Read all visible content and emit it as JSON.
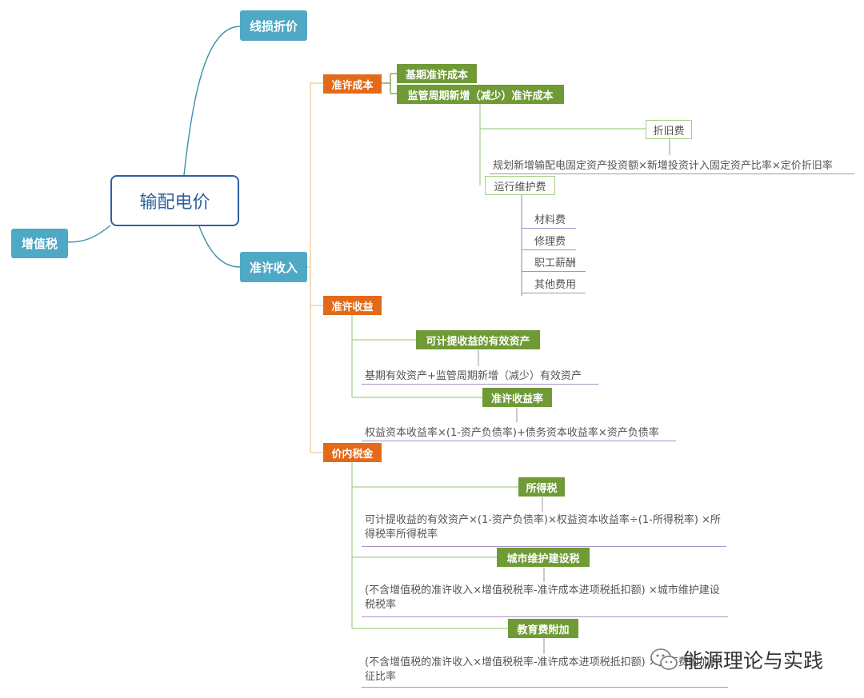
{
  "root": "输配电价",
  "left": {
    "line_loss": "线损折价",
    "vat": "增值税",
    "revenue": "准许收入"
  },
  "cost": {
    "title": "准许成本",
    "base": "基期准许成本",
    "regulatory": "监管周期新增（减少）准许成本",
    "depreciation": "折旧费",
    "depreciation_formula": "规划新增输配电固定资产投资额×新增投资计入固定资产比率×定价折旧率",
    "operation": "运行维护费",
    "operation_items": [
      "材料费",
      "修理费",
      "职工薪酬",
      "其他费用"
    ]
  },
  "income": {
    "title": "准许收益",
    "assets": "可计提收益的有效资产",
    "assets_formula": "基期有效资产+监管周期新增（减少）有效资产",
    "rate": "准许收益率",
    "rate_formula": "权益资本收益率×(1-资产负债率)+债务资本收益率×资产负债率"
  },
  "tax": {
    "title": "价内税金",
    "income_tax": "所得税",
    "income_tax_formula": "可计提收益的有效资产×(1-资产负债率)×权益资本收益率÷(1-所得税率) ×所得税率所得税率",
    "city_tax": "城市维护建设税",
    "city_tax_formula": "(不含增值税的准许收入×增值税税率-准许成本进项税抵扣额) ×城市维护建设税税率",
    "edu": "教育费附加",
    "edu_formula": "(不含增值税的准许收入×增值税税率-准许成本进项税抵扣额) ×教育费附加计征比率"
  },
  "watermark": "能源理论与实践",
  "colors": {
    "root": "#2f5f9e",
    "teal": "#4fa8c4",
    "orange": "#e26a19",
    "green": "#6f9a36",
    "light_green": "#a6cf86",
    "purple": "#a893c6",
    "tan": "#f0c58f"
  }
}
